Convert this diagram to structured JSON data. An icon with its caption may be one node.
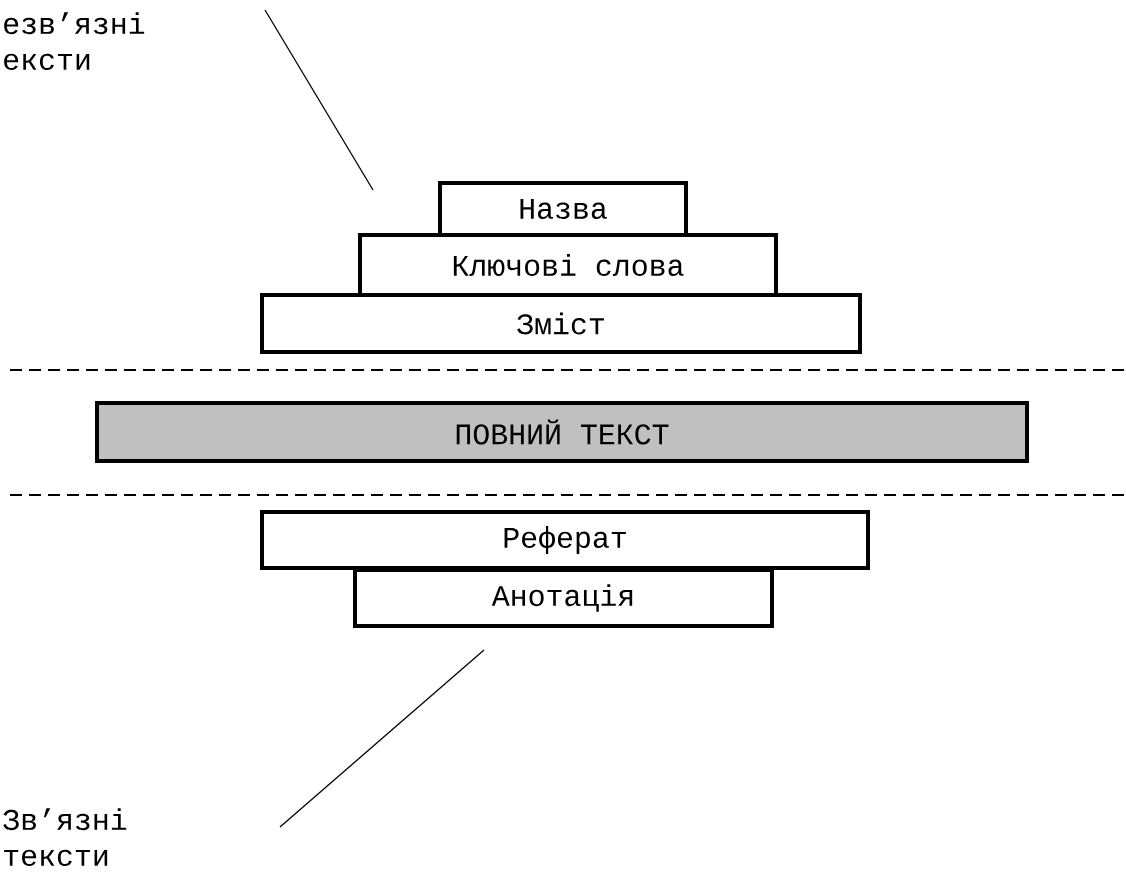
{
  "diagram": {
    "nodes": [
      {
        "text": [
          "Назва"
        ]
      },
      {
        "text": [
          "Ключові слова"
        ]
      },
      {
        "text": [
          "Зміст"
        ]
      },
      {
        "text": [
          "ПОВНИЙ ТЕКСТ"
        ]
      },
      {
        "text": [
          "Реферат"
        ]
      },
      {
        "text": [
          "Анотація"
        ]
      }
    ],
    "labels": [
      "езв’язні ексти",
      "Зв’язні тексти"
    ]
  }
}
